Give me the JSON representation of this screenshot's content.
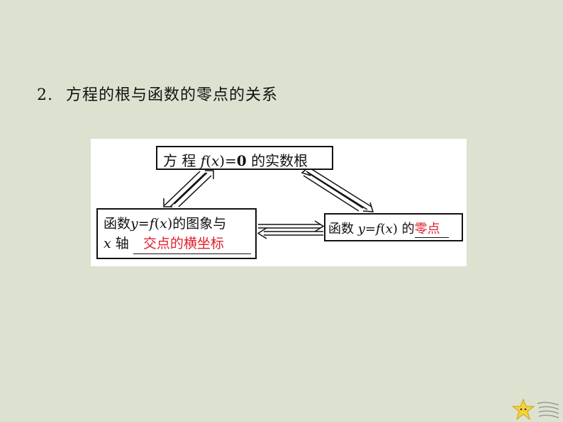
{
  "heading": {
    "number": "2.",
    "text": "方程的根与函数的零点的关系"
  },
  "diagram": {
    "top_box": {
      "prefix": "方 程 ",
      "func": "f",
      "paren_open": "(",
      "var": "x",
      "paren_close": ")",
      "eq": "=",
      "zero": "0",
      "suffix": " 的实数根"
    },
    "left_box": {
      "line1_prefix": "函数",
      "y": "y",
      "eq": "=",
      "func": "f",
      "paren_open": "(",
      "var": "x",
      "paren_close": ")",
      "line1_suffix": "的图象与",
      "line2_var": "x",
      "line2_text": " 轴",
      "answer": "交点的横坐标"
    },
    "right_box": {
      "prefix": "函数 ",
      "y": "y",
      "eq": "=",
      "func": "f",
      "paren_open": "(",
      "var": "x",
      "paren_close": ")",
      "suffix": " 的",
      "answer": "零点"
    }
  },
  "colors": {
    "background": "#dde2d0",
    "answer_red": "#e0202a"
  }
}
